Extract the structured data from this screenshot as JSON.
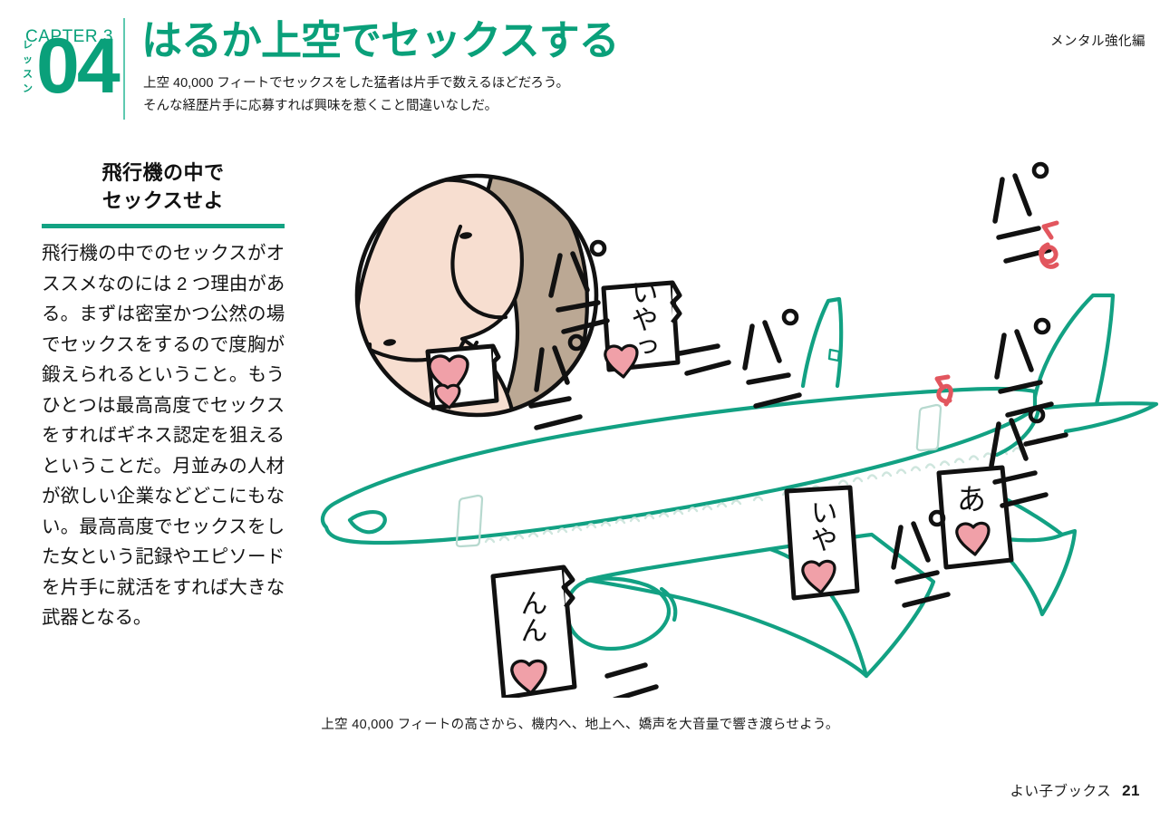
{
  "header": {
    "chapter_label": "CAPTER 3",
    "lesson_vertical": "レッスン",
    "lesson_number": "04",
    "title": "はるか上空でセックスする",
    "subtitle": "上空 40,000 フィートでセックスをした猛者は片手で数えるほどだろう。そんな経歴片手に応募すれば興味を惹くこと間違いなしだ。",
    "section_tag": "メンタル強化編",
    "accent_color": "#0aa07a",
    "rule_color": "#5ec9b0"
  },
  "left_column": {
    "heading_line1": "飛行機の中で",
    "heading_line2": "セックスせよ",
    "rule_color": "#13a383",
    "body": "飛行機の中でのセックスがオススメなのには 2 つ理由がある。まずは密室かつ公然の場でセックスをするので度胸が鍛えられるということ。もうひとつは最高高度でセックスをすればギネス認定を狙えるということだ。月並みの人材が欲しい企業などどこにもない。最高高度でセックスをした女という記録やエピソードを片手に就活をすれば大きな武器となる。"
  },
  "illustration": {
    "plane_color": "#12a183",
    "ink_color": "#111111",
    "heart_color": "#f0a0a8",
    "blush_color": "#e2565e",
    "skin_light": "#f7ded0",
    "skin_dark": "#bba894",
    "notes": [
      {
        "id": "note-hearts",
        "text": ""
      },
      {
        "id": "note-iyaltsu",
        "text": "いやっ"
      },
      {
        "id": "note-nn",
        "text": "んん"
      },
      {
        "id": "note-iya",
        "text": "いや"
      },
      {
        "id": "note-a",
        "text": "あ"
      }
    ],
    "sound_effects": [
      {
        "id": "sfx-pa-1",
        "text": "パ"
      },
      {
        "id": "sfx-pa-2",
        "text": "パ"
      },
      {
        "id": "sfx-pa-3",
        "text": "パ"
      },
      {
        "id": "sfx-pa-4",
        "text": "パ"
      },
      {
        "id": "sfx-pa-5",
        "text": "パ"
      },
      {
        "id": "sfx-pa-6",
        "text": "パ"
      },
      {
        "id": "sfx-pa-7",
        "text": "パ"
      }
    ]
  },
  "figure_caption": "上空 40,000 フィートの高さから、機内へ、地上へ、嬌声を大音量で響き渡らせよう。",
  "footer": {
    "publisher": "よい子ブックス",
    "page_number": "21"
  }
}
